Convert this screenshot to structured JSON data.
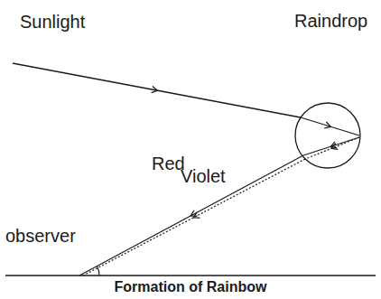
{
  "diagram": {
    "caption": "Formation of Rainbow",
    "labels": [
      "Sunlight",
      "Raindrop",
      "Red",
      "Violet",
      "observer"
    ]
  }
}
